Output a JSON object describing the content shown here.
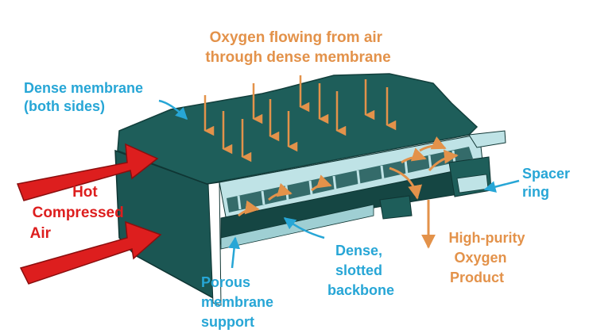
{
  "labels": {
    "oxygen_flow": [
      "Oxygen flowing from air",
      "through dense membrane"
    ],
    "dense_membrane": [
      "Dense membrane",
      "(both sides)"
    ],
    "hot_air": [
      "Hot",
      "Compressed",
      "Air"
    ],
    "spacer": [
      "Spacer",
      "ring"
    ],
    "product": [
      "High-purity",
      "Oxygen",
      "Product"
    ],
    "backbone": [
      "Dense,",
      "slotted",
      "backbone"
    ],
    "porous": [
      "Porous",
      "membrane",
      "support"
    ]
  },
  "colors": {
    "orange": "#E3924A",
    "blue": "#27A6D6",
    "red": "#DD1E1E",
    "membrane": "#1E5E5A",
    "membrane_dark": "#154643",
    "channel_light": "#BFE3E6",
    "channel_mid": "#9FCFD3"
  }
}
